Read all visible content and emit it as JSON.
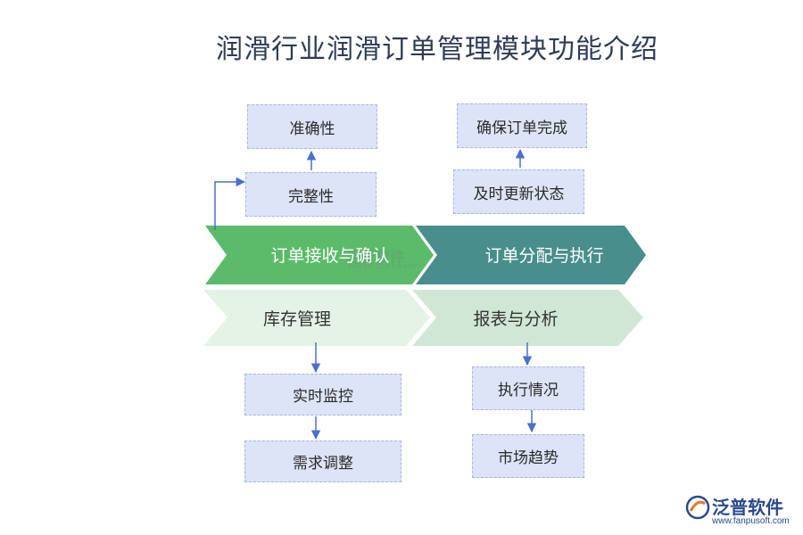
{
  "title": "润滑行业润滑订单管理模块功能介绍",
  "chevrons": {
    "order_receive": "订单接收与确认",
    "order_dispatch": "订单分配与执行",
    "inventory": "库存管理",
    "report": "报表与分析"
  },
  "boxes": {
    "accuracy": "准确性",
    "completeness": "完整性",
    "ensure_done": "确保订单完成",
    "update_status": "及时更新状态",
    "realtime_monitor": "实时监控",
    "demand_adjust": "需求调整",
    "exec_status": "执行情况",
    "market_trend": "市场趋势"
  },
  "logo": {
    "name": "泛普软件",
    "url": "www.fanpusoft.com"
  },
  "watermark": {
    "name": "泛普软件",
    "sub": "FANPU SOFTWARE"
  },
  "colors": {
    "chevron_green": "#5cbb6a",
    "chevron_teal": "#478e8c",
    "chevron_pale_green": "#e4f3e6",
    "chevron_pale_green2": "#d0e7d6",
    "box_fill": "#dde4f7",
    "connector": "#4a6fcf"
  }
}
